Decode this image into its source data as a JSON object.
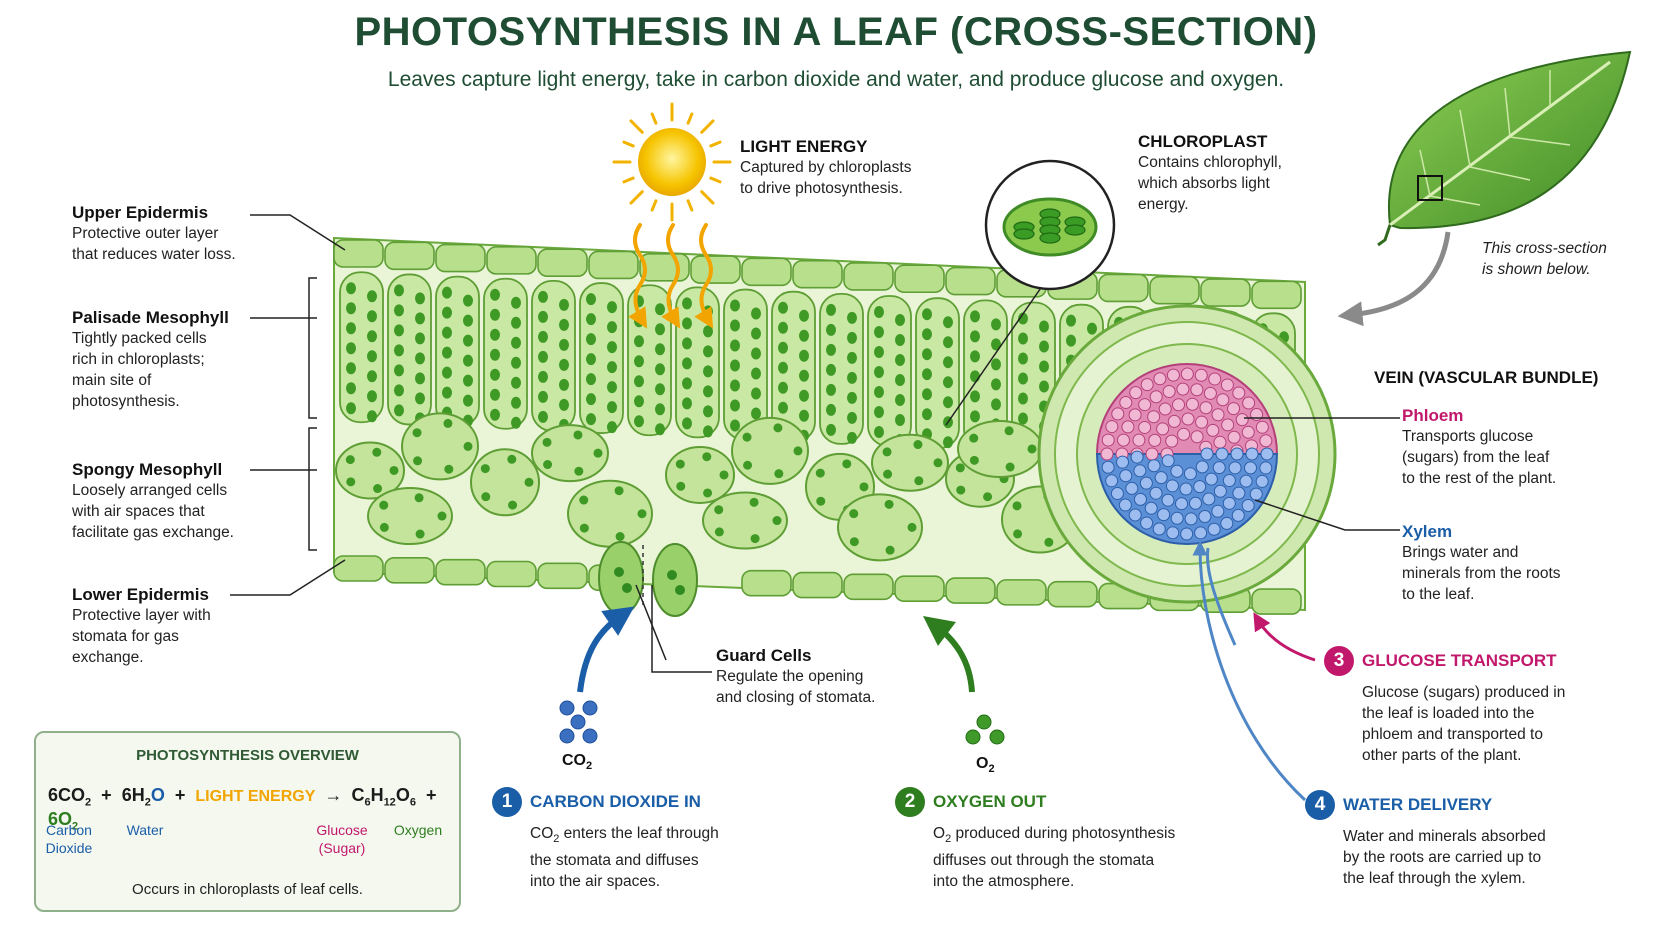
{
  "title": "PHOTOSYNTHESIS IN A LEAF (CROSS-SECTION)",
  "subtitle": "Leaves capture light energy, take in carbon dioxide and water, and produce glucose and oxygen.",
  "colors": {
    "title": "#1f4d33",
    "blue": "#1b5ea8",
    "green": "#2e7d1f",
    "magenta": "#c2186b",
    "orange": "#f2a500"
  },
  "labels": {
    "upper_epidermis": {
      "heading": "Upper Epidermis",
      "text": "Protective outer layer\nthat reduces water loss."
    },
    "palisade": {
      "heading": "Palisade Mesophyll",
      "text": "Tightly packed cells\nrich in chloroplasts;\nmain site of\nphotosynthesis."
    },
    "spongy": {
      "heading": "Spongy Mesophyll",
      "text": "Loosely arranged cells\nwith air spaces that\nfacilitate gas exchange."
    },
    "lower_epidermis": {
      "heading": "Lower Epidermis",
      "text": "Protective layer with\nstomata for gas\nexchange."
    },
    "light_energy": {
      "heading": "LIGHT ENERGY",
      "text": "Captured by chloroplasts\nto drive photosynthesis."
    },
    "chloroplast": {
      "heading": "CHLOROPLAST",
      "text": "Contains chlorophyll,\nwhich absorbs light\nenergy."
    },
    "cross_section_note": "This cross-section\nis shown below.",
    "vein": "VEIN (VASCULAR BUNDLE)",
    "phloem": {
      "heading": "Phloem",
      "text": "Transports glucose\n(sugars) from the leaf\nto the rest of the plant."
    },
    "xylem": {
      "heading": "Xylem",
      "text": "Brings water and\nminerals from the roots\nto the leaf."
    },
    "guard_cells": {
      "heading": "Guard Cells",
      "text": "Regulate the opening\nand closing of stomata."
    },
    "co2": "CO",
    "co2_sub": "2",
    "o2": "O",
    "o2_sub": "2"
  },
  "steps": [
    {
      "num": "1",
      "heading": "CARBON DIOXIDE IN",
      "lead": "CO",
      "lead_sub": "2",
      "text": " enters the leaf through\nthe stomata and diffuses\ninto the air spaces."
    },
    {
      "num": "2",
      "heading": "OXYGEN OUT",
      "lead": "O",
      "lead_sub": "2",
      "text": " produced during photosynthesis\ndiffuses out through the stomata\ninto the atmosphere."
    },
    {
      "num": "3",
      "heading": "GLUCOSE TRANSPORT",
      "text": "Glucose (sugars) produced in\nthe leaf is loaded into the\nphloem and transported to\nother parts of the plant."
    },
    {
      "num": "4",
      "heading": "WATER DELIVERY",
      "text": "Water and minerals absorbed\nby the roots are carried up to\nthe leaf through the xylem."
    }
  ],
  "overview": {
    "title": "PHOTOSYNTHESIS OVERVIEW",
    "eq_co2": "6CO",
    "eq_h2o": "6H",
    "eq_h2o_o": "O",
    "plus": "+",
    "light": "LIGHT ENERGY",
    "arrow": "→",
    "glucose_c": "C",
    "glucose_h": "H",
    "glucose_o": "O",
    "eq_o2": "6O",
    "sub_2": "2",
    "sub_6": "6",
    "sub_12": "12",
    "lbl_co2": "Carbon\nDioxide",
    "lbl_water": "Water",
    "lbl_glucose": "Glucose\n(Sugar)",
    "lbl_oxygen": "Oxygen",
    "note": "Occurs in chloroplasts of leaf cells."
  }
}
